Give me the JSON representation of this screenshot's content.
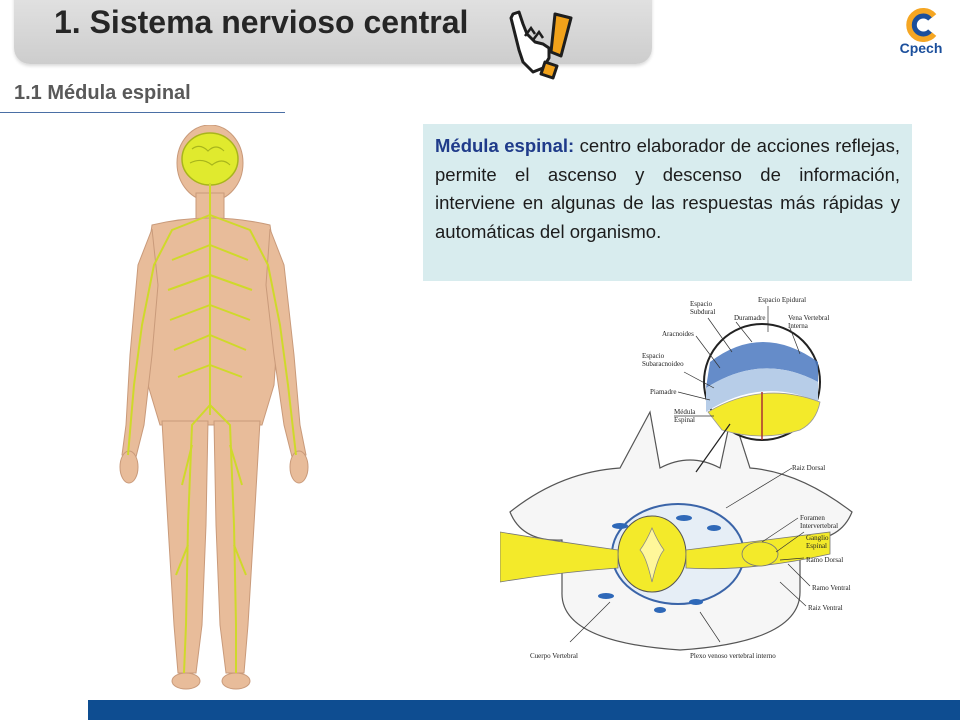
{
  "header": {
    "title": "1. Sistema nervioso central",
    "logo_text": "Cpech"
  },
  "section": {
    "subtitle": "1.1 Médula espinal"
  },
  "info_box": {
    "term": "Médula espinal:",
    "description": " centro elaborador de acciones reflejas, permite el ascenso y descenso de información, interviene en algunas de las respuestas más rápidas y automáticas del organismo."
  },
  "diagram": {
    "labels": {
      "espacio_subdural_1": "Espacio",
      "espacio_subdural_2": "Subdural",
      "espacio_epidural": "Espacio Epidural",
      "duramadre": "Duramadre",
      "vena_vertebral_1": "Vena Vertebral",
      "vena_vertebral_2": "Interna",
      "aracnoides": "Aracnoides",
      "espacio_subaracnoideo_1": "Espacio",
      "espacio_subaracnoideo_2": "Subaracnoideo",
      "piamadre": "Piamadre",
      "medula_espinal_1": "Médula",
      "medula_espinal_2": "Espinal",
      "raiz_dorsal": "Raiz Dorsal",
      "foramen_1": "Foramen",
      "foramen_2": "Intervertebral",
      "ganglio_1": "Ganglio",
      "ganglio_2": "Espinal",
      "ramo_dorsal": "Ramo Dorsal",
      "ramo_ventral": "Ramo Ventral",
      "raiz_ventral": "Raiz Ventral",
      "cuerpo_vertebral": "Cuerpo Vertebral",
      "plexo_venoso": "Plexo venoso vertebral interno"
    }
  },
  "colors": {
    "accent_blue": "#0e4d91",
    "term_blue": "#1f3b8a",
    "info_bg": "#d8ecee",
    "nerve_yellow": "#d7e22a",
    "skin": "#e8bc9a"
  }
}
